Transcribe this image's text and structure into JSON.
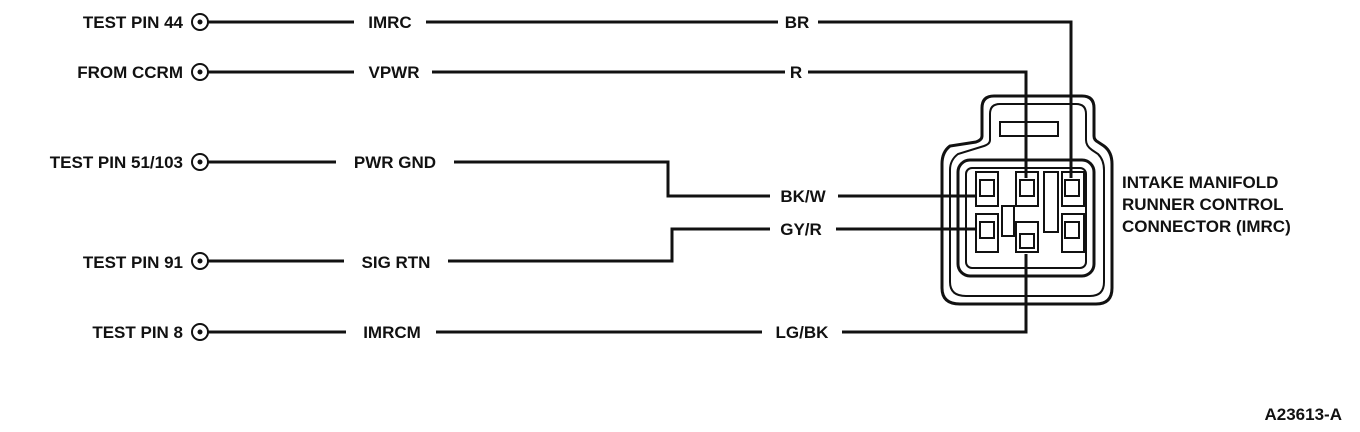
{
  "pins": [
    {
      "label": "TEST PIN 44",
      "circuit": "IMRC",
      "color": "BR"
    },
    {
      "label": "FROM CCRM",
      "circuit": "VPWR",
      "color": "R"
    },
    {
      "label": "TEST PIN 51/103",
      "circuit": "PWR GND",
      "color": "BK/W"
    },
    {
      "label": "TEST PIN 91",
      "circuit": "SIG RTN",
      "color": "GY/R"
    },
    {
      "label": "TEST PIN 8",
      "circuit": "IMRCM",
      "color": "LG/BK"
    }
  ],
  "connector": {
    "title_lines": [
      "INTAKE MANIFOLD",
      "RUNNER CONTROL",
      "CONNECTOR (IMRC)"
    ]
  },
  "figure_id": "A23613-A"
}
